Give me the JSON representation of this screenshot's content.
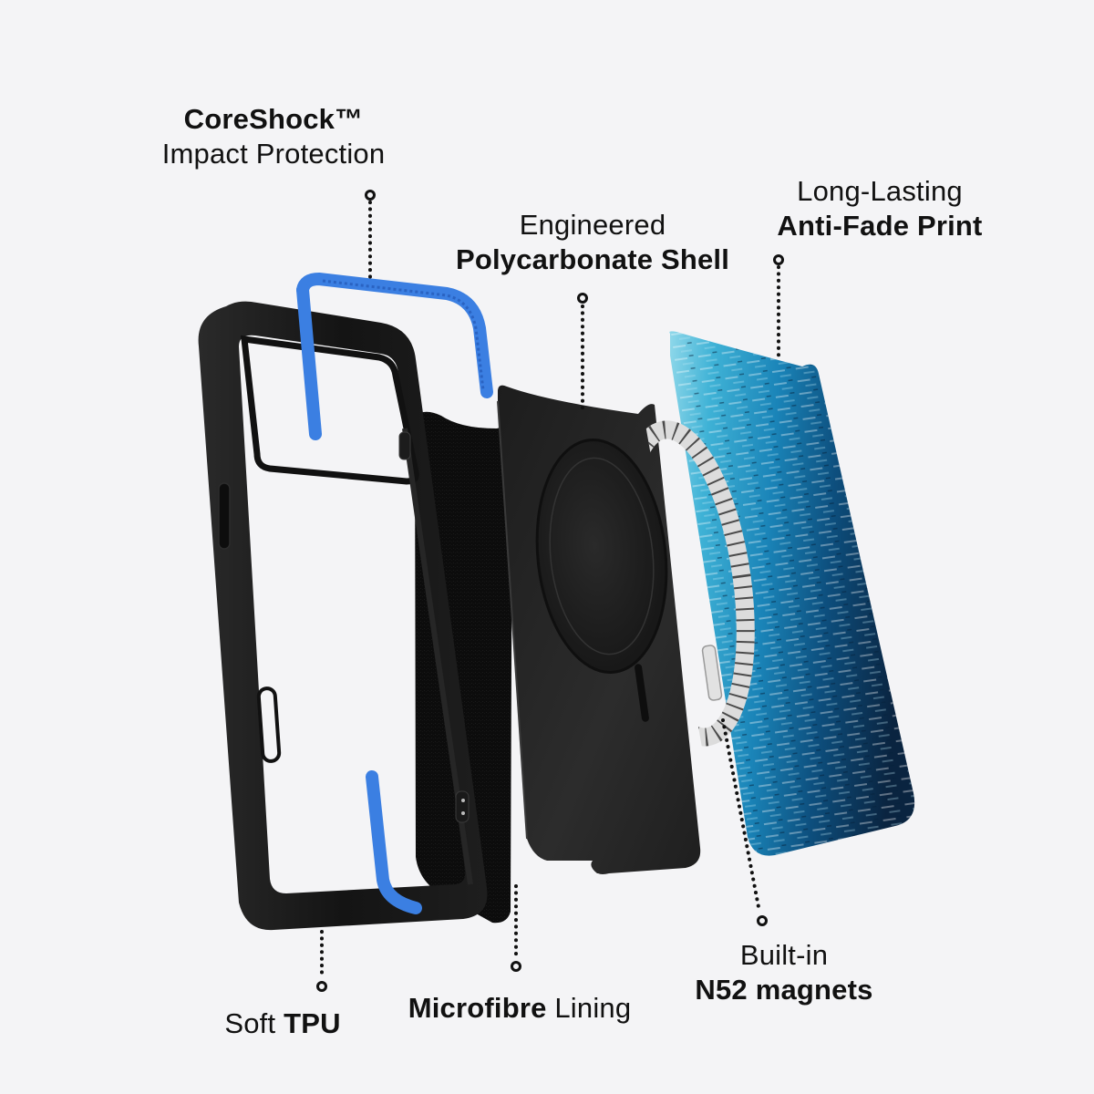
{
  "background_color": "#f4f4f6",
  "colors": {
    "accent_blue": "#3a7de0",
    "case_black": "#151515",
    "shell_black": "#262626",
    "lining_black": "#0b0b0b",
    "ring_silver": "#d8d8d8",
    "print_light": "#5fc4e0",
    "print_dark": "#0a2a4a"
  },
  "callouts": {
    "coreshock": {
      "bold": "CoreShock™",
      "regular": "Impact Protection"
    },
    "polycarbonate": {
      "regular": "Engineered",
      "bold": "Polycarbonate Shell"
    },
    "antifade": {
      "regular": "Long-Lasting",
      "bold": "Anti-Fade Print"
    },
    "tpu": {
      "regular": "Soft",
      "bold": "TPU"
    },
    "microfibre": {
      "bold": "Microfibre",
      "regular": "Lining"
    },
    "magnets": {
      "regular": "Built-in",
      "bold": "N52 magnets"
    }
  },
  "layers": [
    {
      "name": "Soft TPU bumper",
      "icon": "case-frame-icon"
    },
    {
      "name": "CoreShock impact strips",
      "icon": "shock-strip-icon"
    },
    {
      "name": "Microfibre lining",
      "icon": "lining-icon"
    },
    {
      "name": "Polycarbonate shell with MagSafe ring",
      "icon": "shell-icon"
    },
    {
      "name": "N52 magnet ring",
      "icon": "magnet-ring-icon"
    },
    {
      "name": "Anti-fade blue abstract print",
      "icon": "print-panel-icon"
    }
  ]
}
